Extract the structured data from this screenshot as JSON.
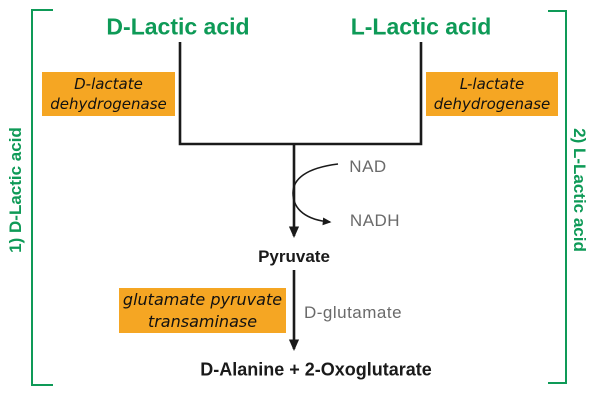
{
  "diagram": {
    "type": "metabolic-pathway",
    "top": {
      "left_title": "D-Lactic acid",
      "right_title": "L-Lactic acid"
    },
    "enzymes": {
      "left": {
        "line1": "D-lactate",
        "line2": "dehydrogenase"
      },
      "right": {
        "line1": "L-lactate",
        "line2": "dehydrogenase"
      },
      "bottom": {
        "line1": "glutamate pyruvate",
        "line2": "transaminase"
      }
    },
    "cofactors": {
      "nad": "NAD",
      "nadh": "NADH",
      "d_glutamate": "D-glutamate"
    },
    "intermediates": {
      "pyruvate": "Pyruvate",
      "products": "D-Alanine + 2-Oxoglutarate"
    },
    "side_labels": {
      "left": "1) D-Lactic acid",
      "right": "2) L-Lactic acid"
    },
    "colors": {
      "green": "#0e9a57",
      "orange": "#f5a623",
      "gray": "#6a6a6a",
      "line": "#1a1a1a"
    }
  }
}
